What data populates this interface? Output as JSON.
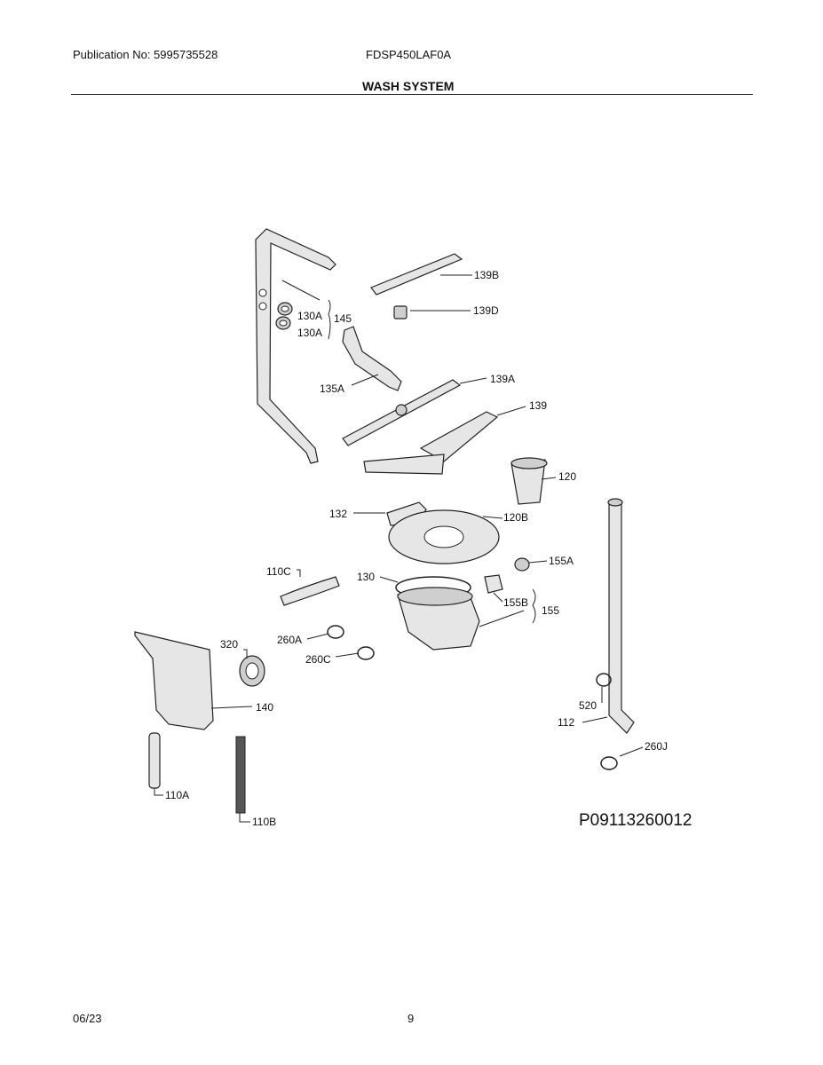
{
  "header": {
    "publication": "Publication No: 5995735528",
    "model": "FDSP450LAF0A",
    "section": "WASH SYSTEM"
  },
  "labels": {
    "l139B": "139B",
    "l139D": "139D",
    "l130A_1": "130A",
    "l130A_2": "130A",
    "l145": "145",
    "l135A": "135A",
    "l139A": "139A",
    "l139": "139",
    "l120": "120",
    "l132": "132",
    "l120B": "120B",
    "l110C": "110C",
    "l130": "130",
    "l155A": "155A",
    "l155B": "155B",
    "l155": "155",
    "l320": "320",
    "l260A": "260A",
    "l260C": "260C",
    "l140": "140",
    "l520": "520",
    "l112": "112",
    "l260J": "260J",
    "l110A": "110A",
    "l110B": "110B"
  },
  "diagram_id": "P09113260012",
  "footer": {
    "date": "06/23",
    "page": "9"
  }
}
